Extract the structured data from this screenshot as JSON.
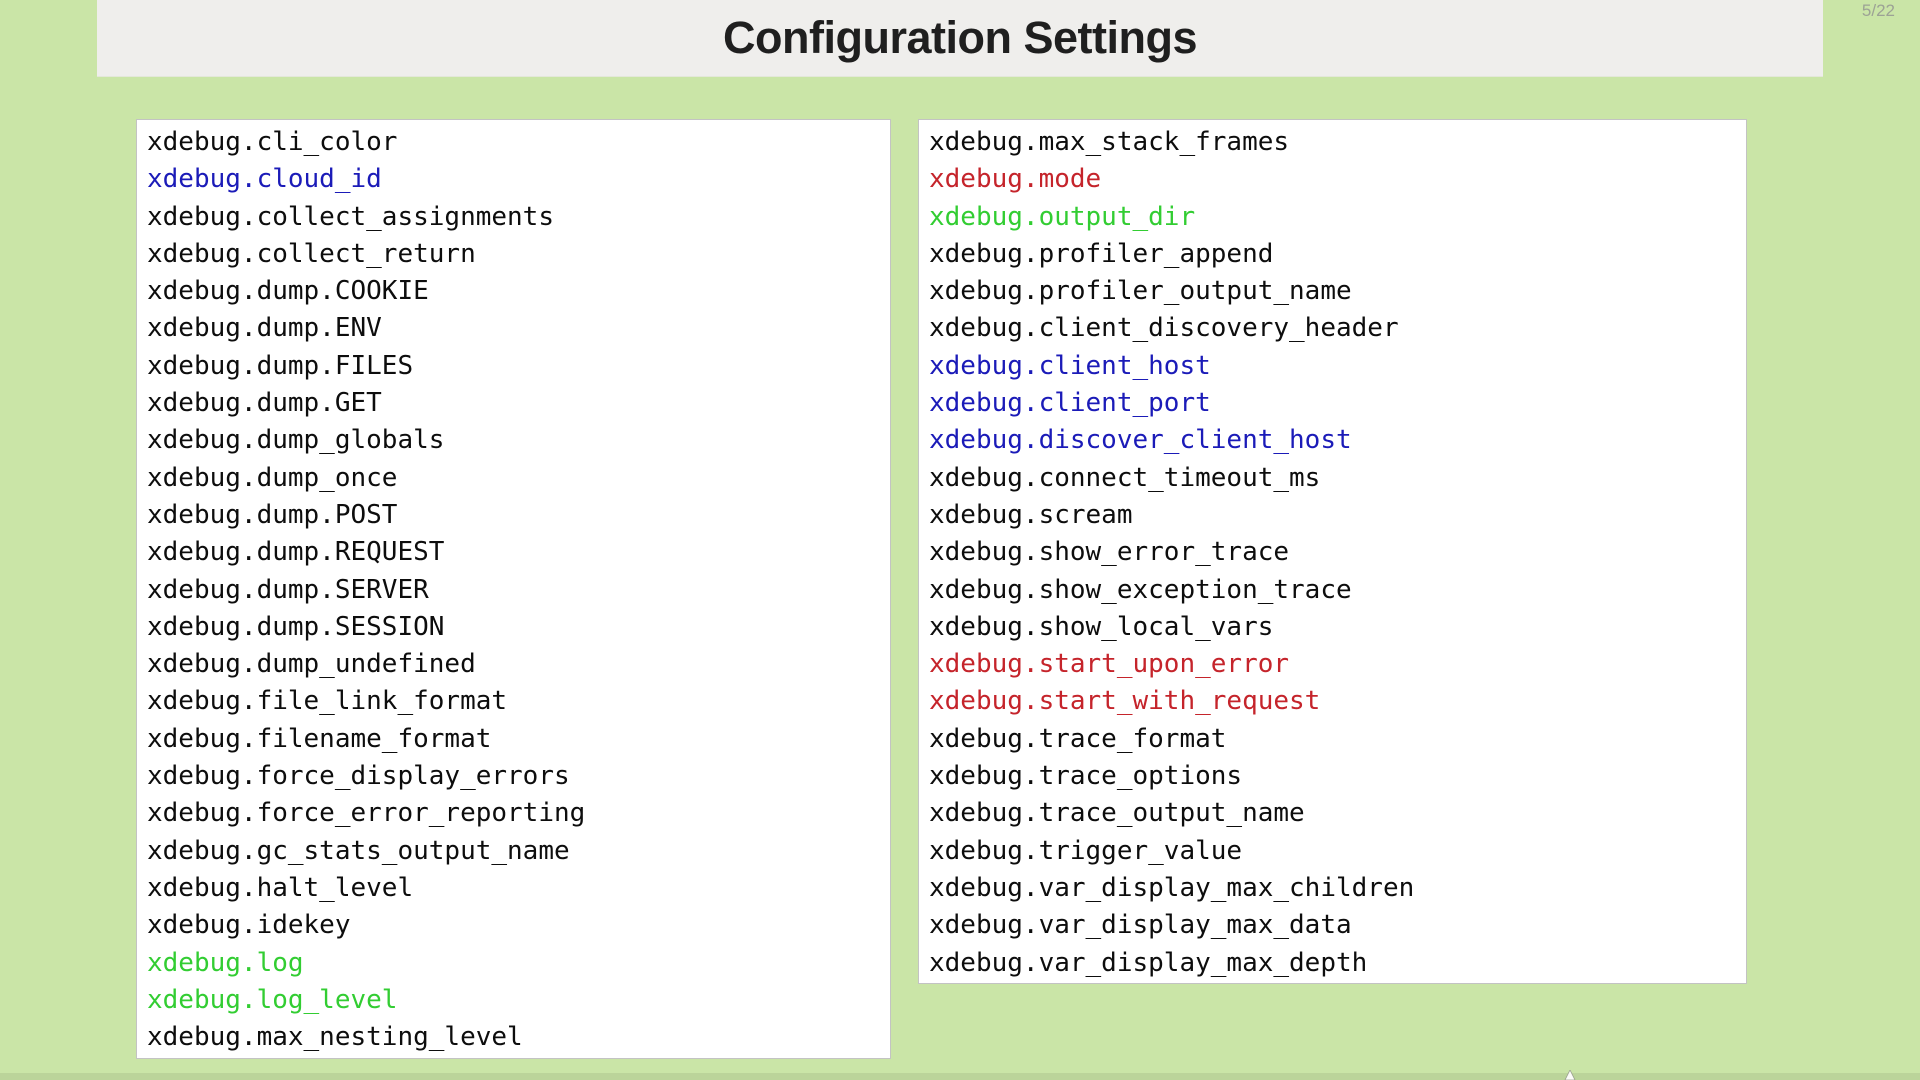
{
  "slide": {
    "title": "Configuration Settings",
    "counter": "5/22"
  },
  "colors": {
    "default": "#0d0d0d",
    "blue": "#1b1bb8",
    "red": "#c5242b",
    "green": "#32cd32",
    "background": "#cae5a7",
    "header_background": "#efeeec",
    "panel_background": "#ffffff",
    "panel_border": "#c3c3c3",
    "counter_text": "#9ca295"
  },
  "panels": {
    "left": {
      "items": [
        {
          "label": "xdebug.cli_color",
          "color": "default"
        },
        {
          "label": "xdebug.cloud_id",
          "color": "blue"
        },
        {
          "label": "xdebug.collect_assignments",
          "color": "default"
        },
        {
          "label": "xdebug.collect_return",
          "color": "default"
        },
        {
          "label": "xdebug.dump.COOKIE",
          "color": "default"
        },
        {
          "label": "xdebug.dump.ENV",
          "color": "default"
        },
        {
          "label": "xdebug.dump.FILES",
          "color": "default"
        },
        {
          "label": "xdebug.dump.GET",
          "color": "default"
        },
        {
          "label": "xdebug.dump_globals",
          "color": "default"
        },
        {
          "label": "xdebug.dump_once",
          "color": "default"
        },
        {
          "label": "xdebug.dump.POST",
          "color": "default"
        },
        {
          "label": "xdebug.dump.REQUEST",
          "color": "default"
        },
        {
          "label": "xdebug.dump.SERVER",
          "color": "default"
        },
        {
          "label": "xdebug.dump.SESSION",
          "color": "default"
        },
        {
          "label": "xdebug.dump_undefined",
          "color": "default"
        },
        {
          "label": "xdebug.file_link_format",
          "color": "default"
        },
        {
          "label": "xdebug.filename_format",
          "color": "default"
        },
        {
          "label": "xdebug.force_display_errors",
          "color": "default"
        },
        {
          "label": "xdebug.force_error_reporting",
          "color": "default"
        },
        {
          "label": "xdebug.gc_stats_output_name",
          "color": "default"
        },
        {
          "label": "xdebug.halt_level",
          "color": "default"
        },
        {
          "label": "xdebug.idekey",
          "color": "default"
        },
        {
          "label": "xdebug.log",
          "color": "green"
        },
        {
          "label": "xdebug.log_level",
          "color": "green"
        },
        {
          "label": "xdebug.max_nesting_level",
          "color": "default"
        }
      ]
    },
    "right": {
      "items": [
        {
          "label": "xdebug.max_stack_frames",
          "color": "default"
        },
        {
          "label": "xdebug.mode",
          "color": "red"
        },
        {
          "label": "xdebug.output_dir",
          "color": "green"
        },
        {
          "label": "xdebug.profiler_append",
          "color": "default"
        },
        {
          "label": "xdebug.profiler_output_name",
          "color": "default"
        },
        {
          "label": "xdebug.client_discovery_header",
          "color": "default"
        },
        {
          "label": "xdebug.client_host",
          "color": "blue"
        },
        {
          "label": "xdebug.client_port",
          "color": "blue"
        },
        {
          "label": "xdebug.discover_client_host",
          "color": "blue"
        },
        {
          "label": "xdebug.connect_timeout_ms",
          "color": "default"
        },
        {
          "label": "xdebug.scream",
          "color": "default"
        },
        {
          "label": "xdebug.show_error_trace",
          "color": "default"
        },
        {
          "label": "xdebug.show_exception_trace",
          "color": "default"
        },
        {
          "label": "xdebug.show_local_vars",
          "color": "default"
        },
        {
          "label": "xdebug.start_upon_error",
          "color": "red"
        },
        {
          "label": "xdebug.start_with_request",
          "color": "red"
        },
        {
          "label": "xdebug.trace_format",
          "color": "default"
        },
        {
          "label": "xdebug.trace_options",
          "color": "default"
        },
        {
          "label": "xdebug.trace_output_name",
          "color": "default"
        },
        {
          "label": "xdebug.trigger_value",
          "color": "default"
        },
        {
          "label": "xdebug.var_display_max_children",
          "color": "default"
        },
        {
          "label": "xdebug.var_display_max_data",
          "color": "default"
        },
        {
          "label": "xdebug.var_display_max_depth",
          "color": "default"
        }
      ]
    }
  }
}
